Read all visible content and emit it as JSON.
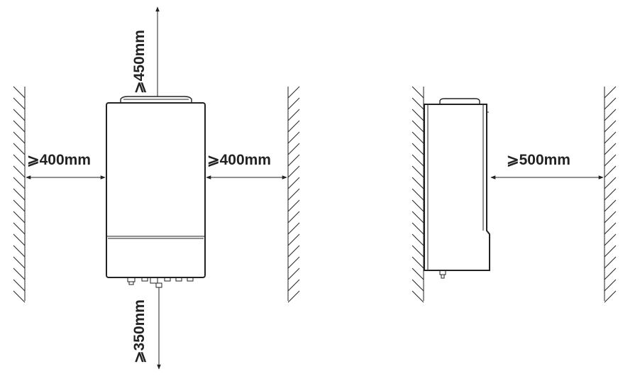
{
  "labels": {
    "top": "⩾450mm",
    "left": "⩾400mm",
    "right": "⩾400mm",
    "bottom": "⩾350mm",
    "side": "⩾500mm"
  },
  "colors": {
    "line": "#222222",
    "background": "#ffffff"
  }
}
